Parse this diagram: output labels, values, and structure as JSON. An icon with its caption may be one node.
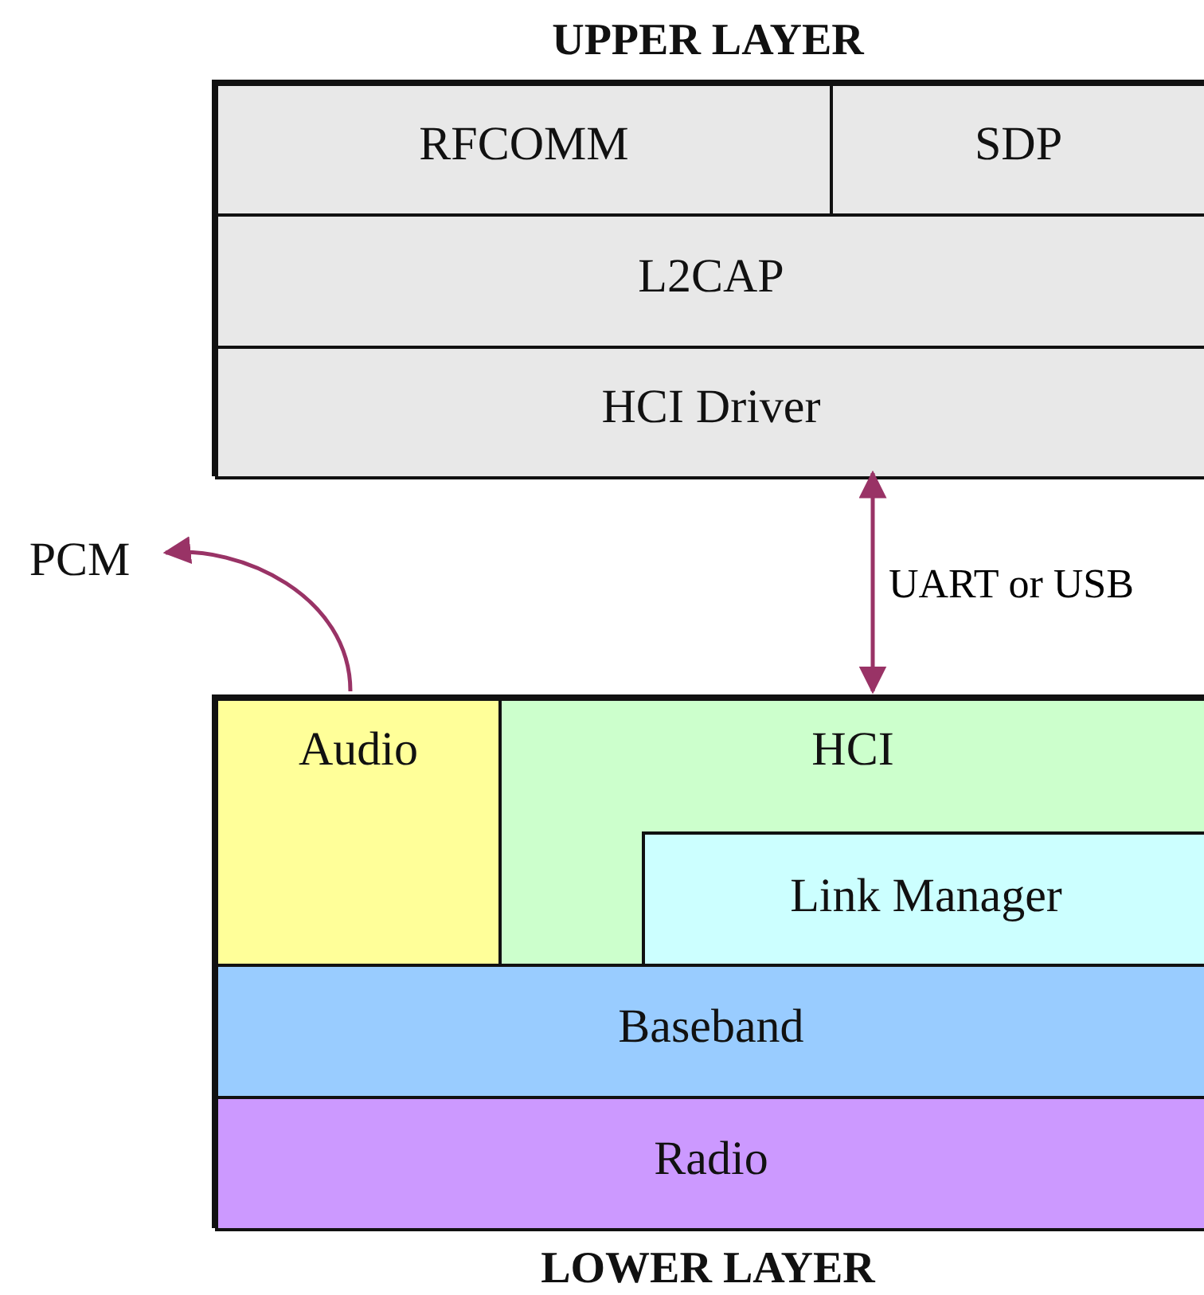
{
  "diagram": {
    "nodes": [
      {
        "text": [
          "UPPER LAYER"
        ]
      },
      {
        "text": [
          "RFCOMM"
        ],
        "in": 0
      },
      {
        "text": [
          "SDP"
        ],
        "in": 0
      },
      {
        "text": [
          "L2CAP"
        ],
        "in": 0
      },
      {
        "text": [
          "HCI Driver"
        ],
        "in": 0
      },
      {
        "text": [
          "LOWER LAYER"
        ]
      },
      {
        "text": [
          "Audio"
        ],
        "in": 5
      },
      {
        "text": [
          "HCI"
        ],
        "in": 5
      },
      {
        "text": [
          "Link Manager"
        ],
        "in": 7
      },
      {
        "text": [
          "Baseband"
        ],
        "in": 5
      },
      {
        "text": [
          "Radio"
        ],
        "in": 5
      },
      {
        "text": [
          "PCM"
        ]
      }
    ],
    "edges": [
      {
        "from": 4,
        "to": 7,
        "arrow": "both",
        "label": "UART or USB"
      },
      {
        "from": 6,
        "to": 11,
        "arrow": "to"
      }
    ]
  }
}
